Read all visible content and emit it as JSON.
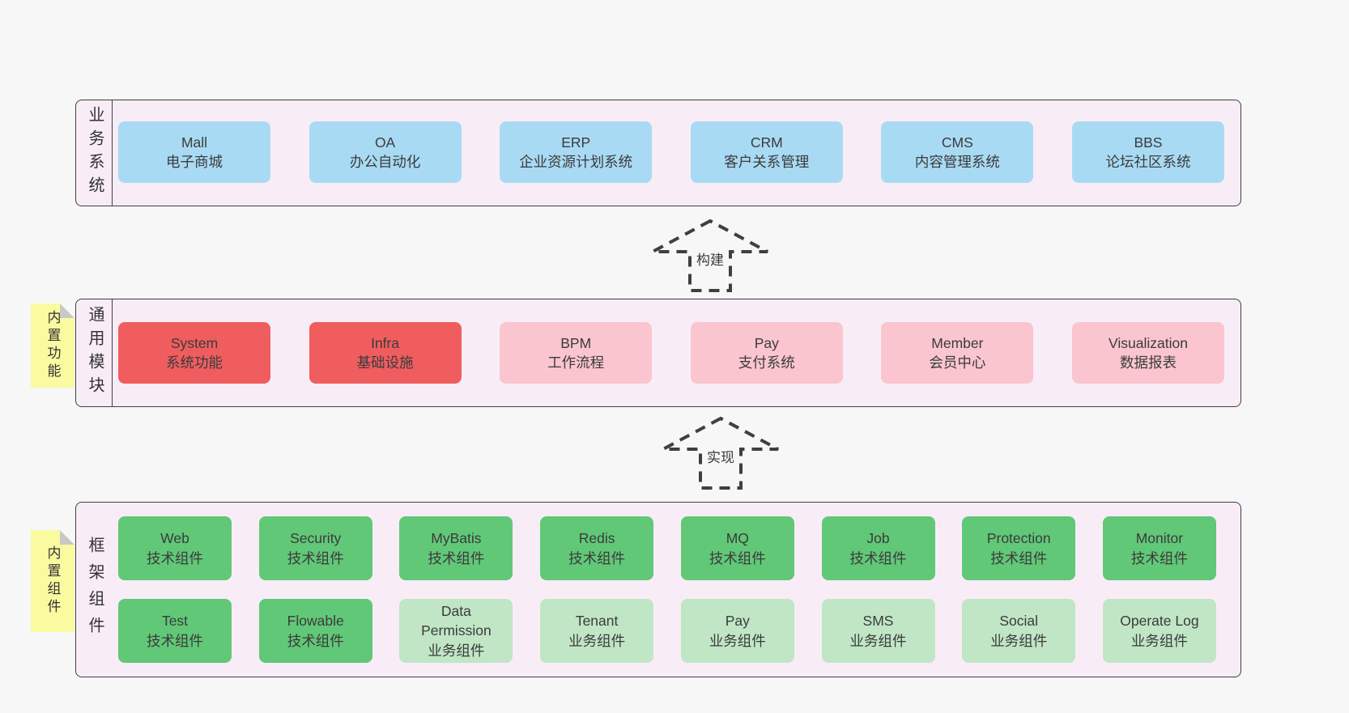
{
  "colors": {
    "page_bg": "#f7f7f7",
    "band_bg": "#f8edf6",
    "band_border": "#3f3f3f",
    "blue_box": "#a9daf4",
    "red_box": "#f05d5f",
    "pink_box": "#fac5cf",
    "green_box": "#61c878",
    "green_light_box": "#c0e6c6",
    "sticky_bg": "#fafaa0",
    "sticky_fold": "#c8c8c8",
    "text": "#3b3b3b"
  },
  "arrows": [
    {
      "label": "构建"
    },
    {
      "label": "实现"
    }
  ],
  "bands": [
    {
      "label": "业务系统",
      "boxes": [
        {
          "title": "Mall",
          "subtitle": "电子商城",
          "variant": "blue"
        },
        {
          "title": "OA",
          "subtitle": "办公自动化",
          "variant": "blue"
        },
        {
          "title": "ERP",
          "subtitle": "企业资源计划系统",
          "variant": "blue"
        },
        {
          "title": "CRM",
          "subtitle": "客户关系管理",
          "variant": "blue"
        },
        {
          "title": "CMS",
          "subtitle": "内容管理系统",
          "variant": "blue"
        },
        {
          "title": "BBS",
          "subtitle": "论坛社区系统",
          "variant": "blue"
        }
      ]
    },
    {
      "label": "通用模块",
      "sticky": "内置功能",
      "boxes": [
        {
          "title": "System",
          "subtitle": "系统功能",
          "variant": "red"
        },
        {
          "title": "Infra",
          "subtitle": "基础设施",
          "variant": "red"
        },
        {
          "title": "BPM",
          "subtitle": "工作流程",
          "variant": "pink"
        },
        {
          "title": "Pay",
          "subtitle": "支付系统",
          "variant": "pink"
        },
        {
          "title": "Member",
          "subtitle": "会员中心",
          "variant": "pink"
        },
        {
          "title": "Visualization",
          "subtitle": "数据报表",
          "variant": "pink"
        }
      ]
    },
    {
      "label": "框架组件",
      "sticky": "内置组件",
      "rows": [
        [
          {
            "title": "Web",
            "subtitle": "技术组件",
            "variant": "green"
          },
          {
            "title": "Security",
            "subtitle": "技术组件",
            "variant": "green"
          },
          {
            "title": "MyBatis",
            "subtitle": "技术组件",
            "variant": "green"
          },
          {
            "title": "Redis",
            "subtitle": "技术组件",
            "variant": "green"
          },
          {
            "title": "MQ",
            "subtitle": "技术组件",
            "variant": "green"
          },
          {
            "title": "Job",
            "subtitle": "技术组件",
            "variant": "green"
          },
          {
            "title": "Protection",
            "subtitle": "技术组件",
            "variant": "green"
          },
          {
            "title": "Monitor",
            "subtitle": "技术组件",
            "variant": "green"
          }
        ],
        [
          {
            "title": "Test",
            "subtitle": "技术组件",
            "variant": "green"
          },
          {
            "title": "Flowable",
            "subtitle": "技术组件",
            "variant": "green"
          },
          {
            "title": "Data Permission",
            "subtitle": "业务组件",
            "variant": "green-light"
          },
          {
            "title": "Tenant",
            "subtitle": "业务组件",
            "variant": "green-light"
          },
          {
            "title": "Pay",
            "subtitle": "业务组件",
            "variant": "green-light"
          },
          {
            "title": "SMS",
            "subtitle": "业务组件",
            "variant": "green-light"
          },
          {
            "title": "Social",
            "subtitle": "业务组件",
            "variant": "green-light"
          },
          {
            "title": "Operate Log",
            "subtitle": "业务组件",
            "variant": "green-light"
          }
        ]
      ]
    }
  ]
}
